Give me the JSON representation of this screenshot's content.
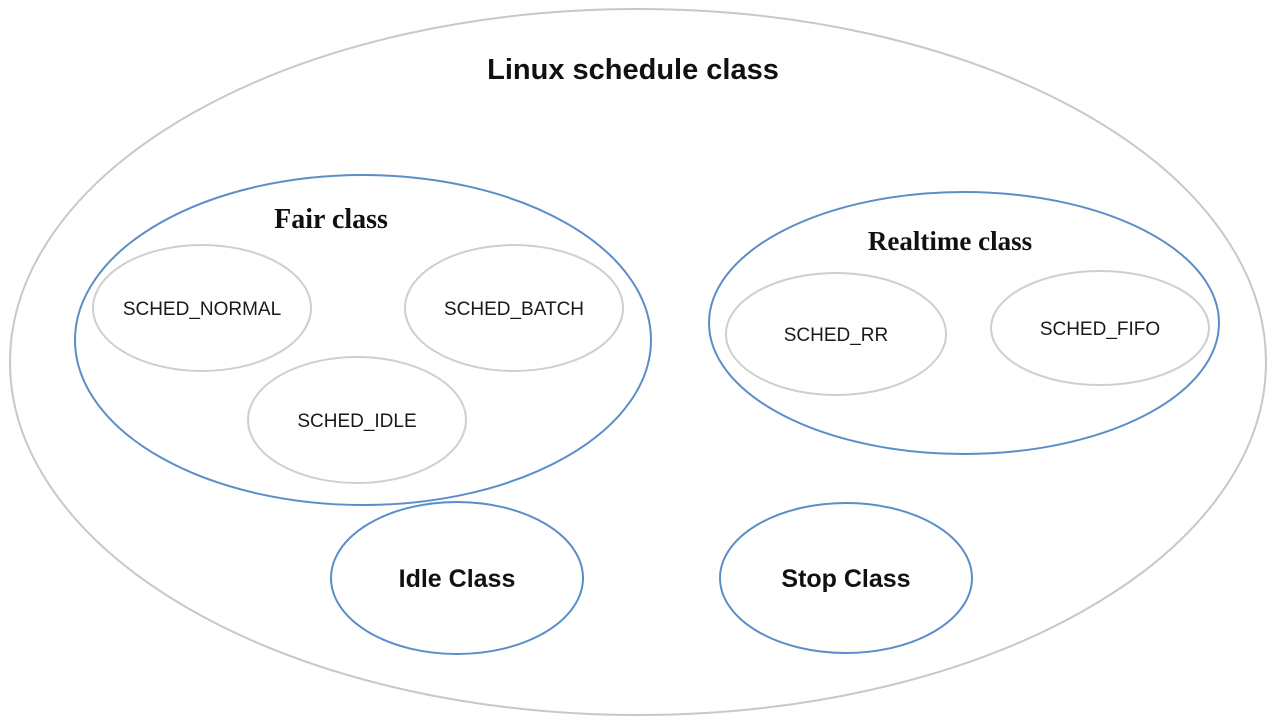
{
  "diagram": {
    "outer": {
      "label": "Linux schedule class"
    },
    "fair": {
      "label": "Fair class",
      "policies": [
        "SCHED_NORMAL",
        "SCHED_BATCH",
        "SCHED_IDLE"
      ]
    },
    "realtime": {
      "label": "Realtime class",
      "policies": [
        "SCHED_RR",
        "SCHED_FIFO"
      ]
    },
    "idle": {
      "label": "Idle Class"
    },
    "stop": {
      "label": "Stop Class"
    }
  },
  "colors": {
    "outer_stroke": "#c8c8c8",
    "group_stroke": "#5b8ec9",
    "policy_stroke": "#cfcfcf",
    "text": "#111111"
  }
}
